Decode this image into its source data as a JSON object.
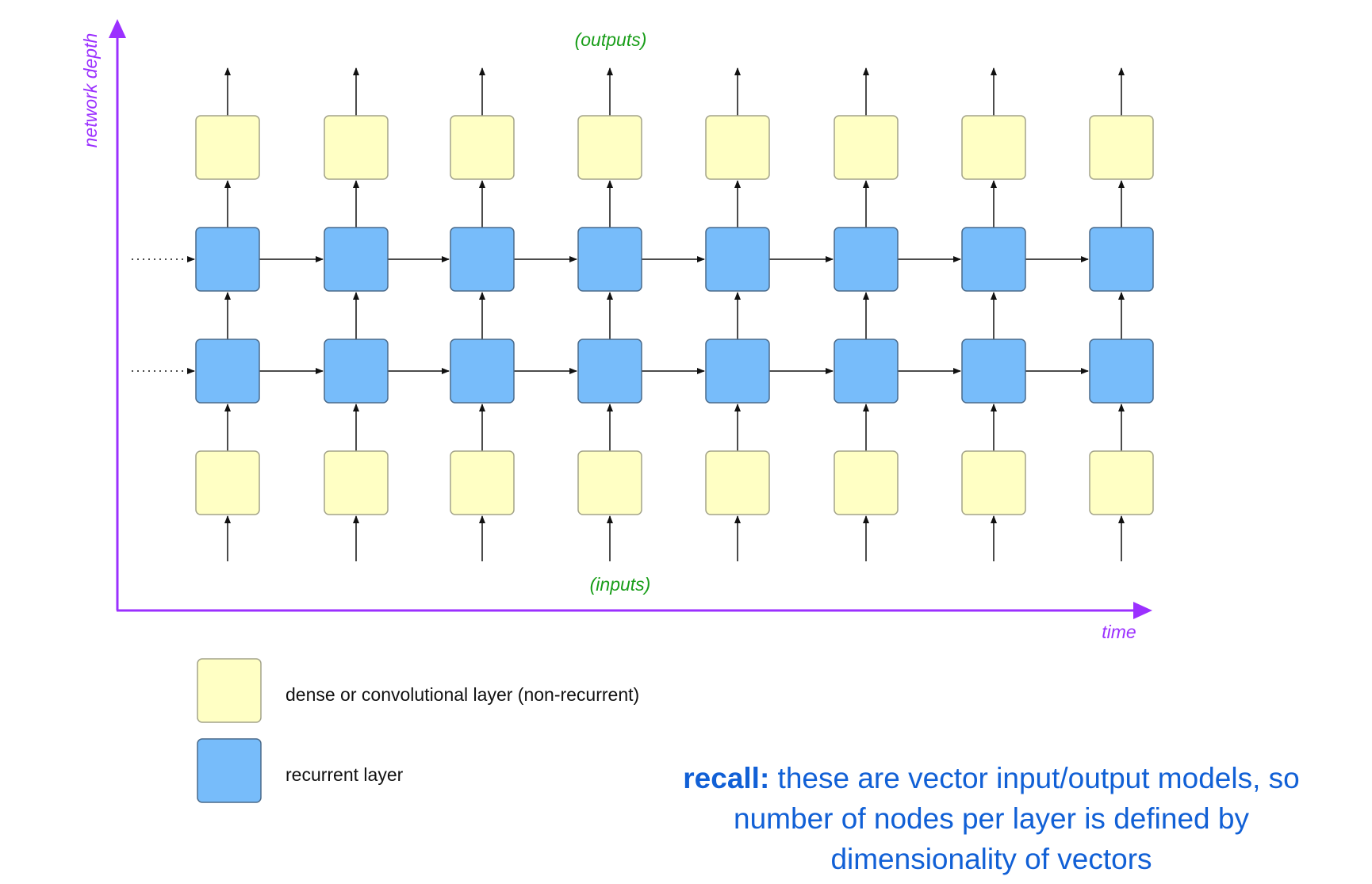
{
  "axes": {
    "y_label": "network depth",
    "x_label": "time",
    "color": "#9b30ff"
  },
  "labels": {
    "outputs": "(outputs)",
    "inputs": "(inputs)",
    "color": "#1a9e1a"
  },
  "grid": {
    "columns": 8,
    "rows": [
      {
        "kind": "dense"
      },
      {
        "kind": "recurrent"
      },
      {
        "kind": "recurrent"
      },
      {
        "kind": "dense"
      }
    ]
  },
  "colors": {
    "dense_fill": "#ffffc4",
    "dense_stroke": "#a3a38a",
    "recurrent_fill": "#77bcfa",
    "recurrent_stroke": "#4a6a8a",
    "arrow": "#111111"
  },
  "legend": [
    {
      "kind": "dense",
      "label": "dense or convolutional layer (non-recurrent)"
    },
    {
      "kind": "recurrent",
      "label": "recurrent layer"
    }
  ],
  "note": {
    "bold": "recall:",
    "line1": " these are vector input/output models, so",
    "line2": "number of nodes per layer is defined by",
    "line3": "dimensionality of vectors",
    "color": "#1160d6"
  }
}
